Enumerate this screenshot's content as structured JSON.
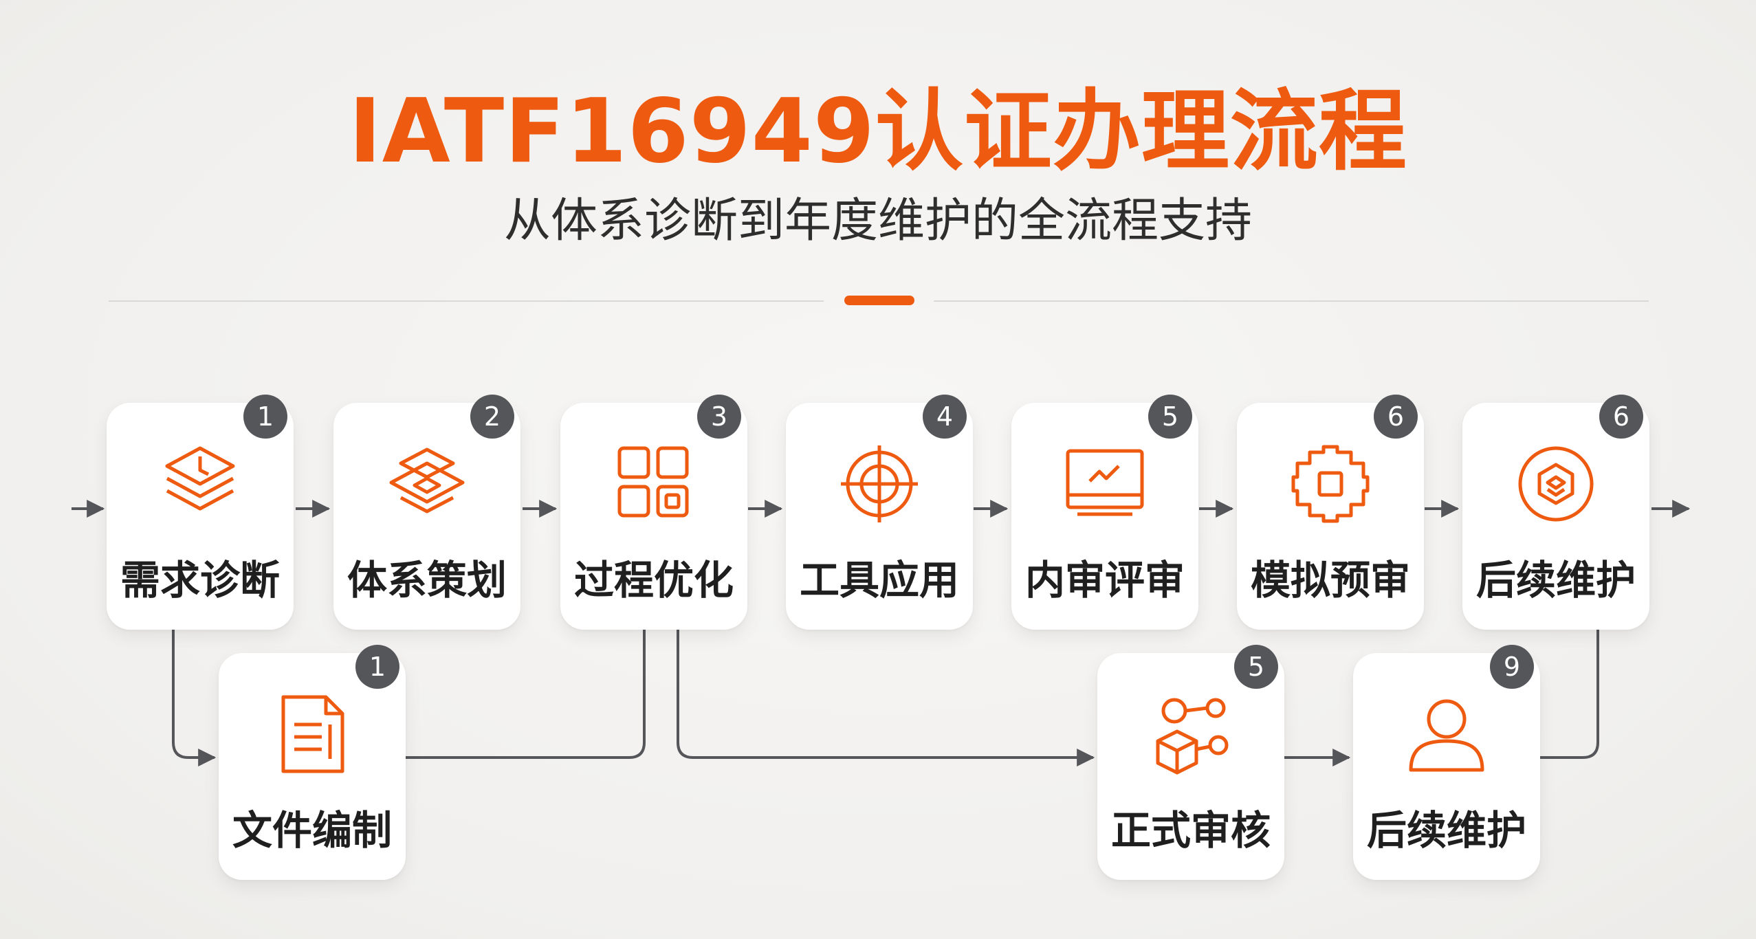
{
  "title": "IATF16949认证办理流程",
  "subtitle": "从体系诊断到年度维护的全流程支持",
  "colors": {
    "accent": "#ee5a0f",
    "badge": "#55565a",
    "line": "#55565a",
    "text": "#1f1f1f"
  },
  "steps": [
    {
      "label": "需求诊断",
      "badge": "1",
      "icon": "stack-clock-icon"
    },
    {
      "label": "体系策划",
      "badge": "2",
      "icon": "layers-diamond-icon"
    },
    {
      "label": "过程优化",
      "badge": "3",
      "icon": "grid-blocks-icon"
    },
    {
      "label": "工具应用",
      "badge": "4",
      "icon": "target-crosshair-icon"
    },
    {
      "label": "内审评审",
      "badge": "5",
      "icon": "monitor-chart-icon"
    },
    {
      "label": "模拟预审",
      "badge": "6",
      "icon": "chip-gear-icon"
    },
    {
      "label": "后续维护",
      "badge": "6",
      "icon": "hexagon-circle-icon"
    }
  ],
  "sub_steps": [
    {
      "label": "文件编制",
      "badge": "1",
      "icon": "document-icon"
    },
    {
      "label": "正式审核",
      "badge": "5",
      "icon": "people-network-icon"
    },
    {
      "label": "后续维护",
      "badge": "9",
      "icon": "user-icon"
    }
  ]
}
